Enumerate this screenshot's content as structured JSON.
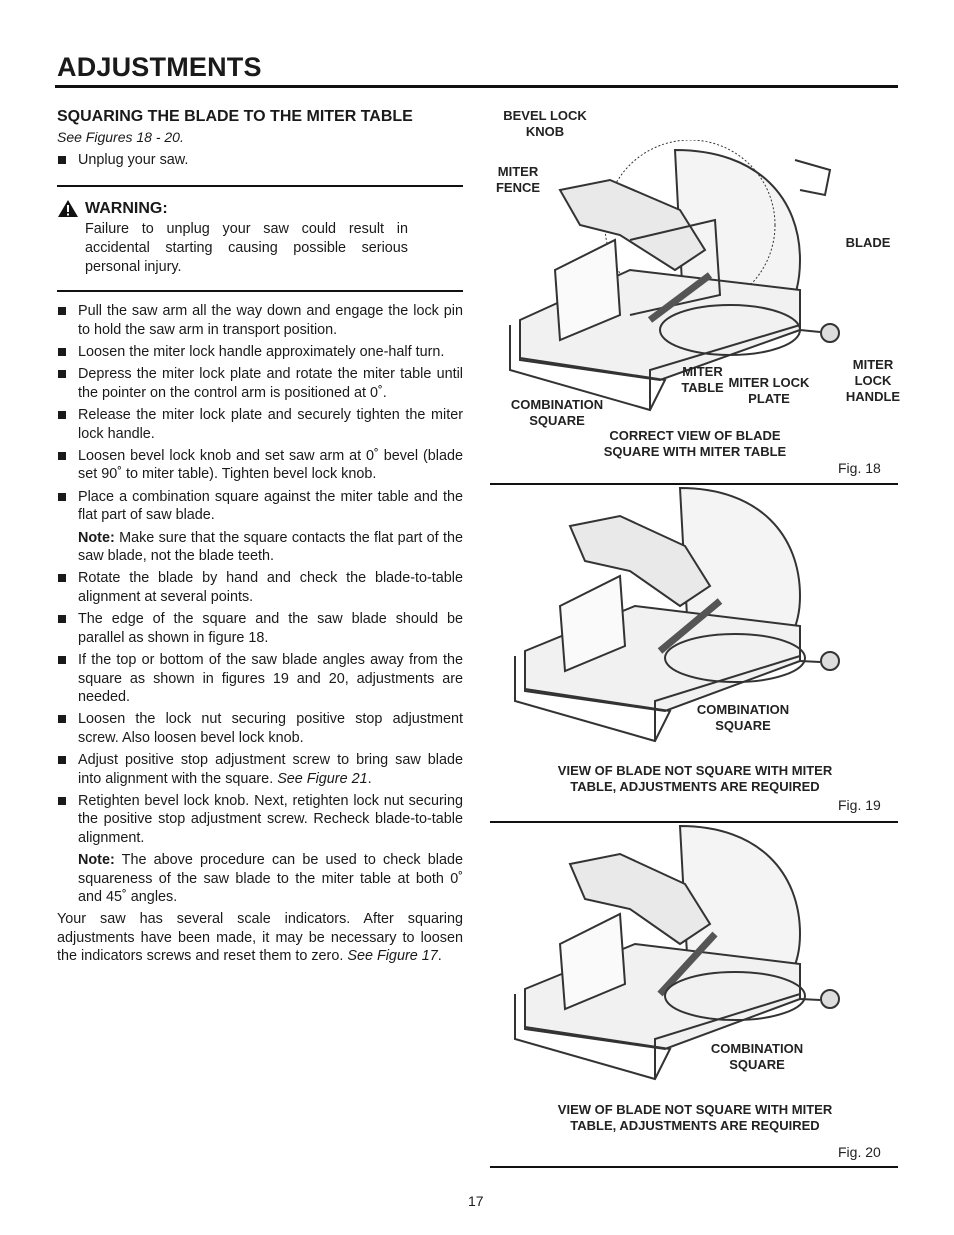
{
  "page": {
    "title": "ADJUSTMENTS",
    "number": "17"
  },
  "section": {
    "heading": "SQUARING THE BLADE TO THE MITER TABLE",
    "see_figures": "See Figures 18 - 20."
  },
  "pre_bullets": [
    "Unplug your saw."
  ],
  "warning": {
    "heading": "WARNING:",
    "text": "Failure to unplug your saw could result in accidental starting causing possible serious personal injury."
  },
  "steps_a": [
    "Pull the saw arm all the way down and engage the lock pin to hold the saw arm in transport position.",
    "Loosen the miter lock handle approximately one-half turn.",
    "Depress the miter lock plate and rotate the miter table until the pointer on the control arm is positioned at 0˚.",
    "Release the miter lock plate and securely tighten the miter lock handle.",
    "Loosen bevel lock knob and set saw arm at 0˚ bevel (blade set 90˚ to miter table). Tighten bevel lock knob.",
    "Place a combination square against the miter table and the flat part of saw blade."
  ],
  "note1": {
    "label": "Note:",
    "text": " Make sure that the square contacts the flat part of the saw blade, not the blade teeth."
  },
  "steps_b": [
    "Rotate the blade by hand and check the blade-to-table alignment at several points.",
    "The edge of the square and the saw blade should be parallel as shown in figure 18.",
    "If the top or bottom of the saw blade angles away from the square as shown in figures 19 and 20, adjustments are needed.",
    "Loosen the lock nut securing positive stop adjustment screw. Also loosen bevel lock knob."
  ],
  "step_adjust": {
    "text": "Adjust positive stop adjustment screw to bring saw blade into alignment with the square. ",
    "ref": "See Figure 21",
    "end": "."
  },
  "step_retighten": "Retighten bevel lock knob. Next, retighten lock nut securing the positive stop adjustment screw. Recheck blade-to-table alignment.",
  "note2": {
    "label": "Note:",
    "text": " The above procedure can be used to check blade squareness of the saw blade to the miter table at both 0˚ and 45˚ angles."
  },
  "closing": {
    "text": "Your saw has several scale indicators. After squaring adjustments have been made, it may be necessary to loosen the indicators screws and reset them to zero. ",
    "ref": "See Figure 17",
    "end": "."
  },
  "figures": {
    "fig18": {
      "labels": {
        "bevel_lock_knob": "BEVEL LOCK KNOB",
        "miter_fence": "MITER FENCE",
        "blade": "BLADE",
        "miter_table": "MITER TABLE",
        "miter_lock_plate": "MITER LOCK PLATE",
        "miter_lock_handle": "MITER LOCK HANDLE",
        "combination_square": "COMBINATION SQUARE"
      },
      "caption": "CORRECT VIEW OF BLADE SQUARE WITH MITER TABLE",
      "number": "Fig. 18"
    },
    "fig19": {
      "labels": {
        "combination_square": "COMBINATION SQUARE"
      },
      "caption": "VIEW OF BLADE NOT SQUARE WITH MITER TABLE, ADJUSTMENTS ARE REQUIRED",
      "number": "Fig. 19"
    },
    "fig20": {
      "labels": {
        "combination_square": "COMBINATION SQUARE"
      },
      "caption": "VIEW OF BLADE NOT SQUARE WITH MITER TABLE, ADJUSTMENTS ARE REQUIRED",
      "number": "Fig. 20"
    }
  },
  "colors": {
    "ink": "#1a1a1a",
    "line_art": "#333333",
    "warning_fill": "#111111"
  }
}
